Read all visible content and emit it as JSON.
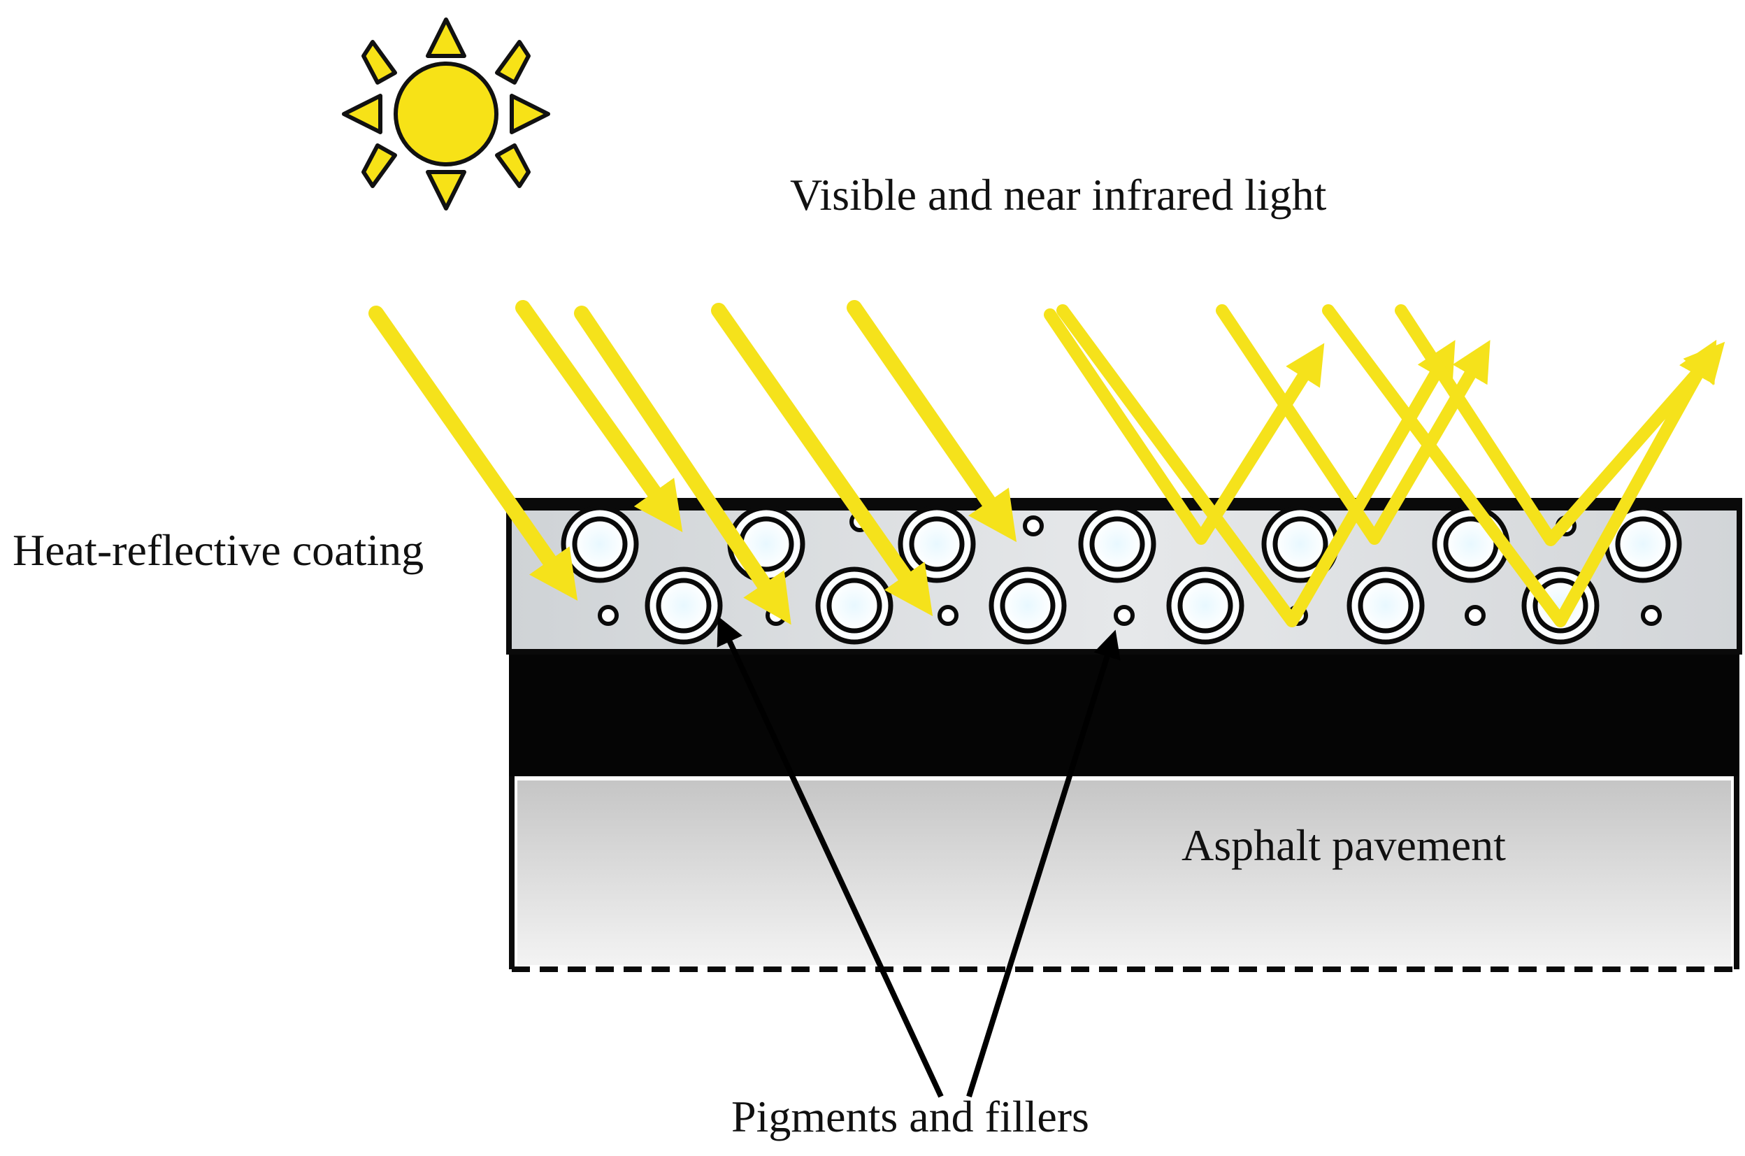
{
  "labels": {
    "light": "Visible and near infrared light",
    "coating": "Heat-reflective coating",
    "pavement": "Asphalt pavement",
    "pigments": "Pigments and fillers"
  },
  "icons": {
    "sun": "sun-icon"
  },
  "colors": {
    "sun_fill": "#f7e217",
    "ray": "#f5e21b",
    "coating_bg": "#d9dde0",
    "binder": "#050505",
    "pavement_top": "#c8c8c8",
    "pavement_bottom": "#f2f2f2",
    "outline": "#0a0a0a"
  }
}
